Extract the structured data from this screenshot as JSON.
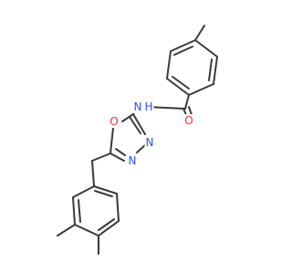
{
  "molecule": {
    "colors": {
      "bond": "#3a3a3a",
      "carbon": "#3a3a3a",
      "nitrogen": "#3050f8",
      "oxygen": "#ff2d2d"
    },
    "atoms": [
      {
        "id": "amide_N",
        "label": "N",
        "element": "nitrogen"
      },
      {
        "id": "amide_H",
        "label": "H",
        "element": "nitrogen"
      },
      {
        "id": "carbonyl_O",
        "label": "O",
        "element": "oxygen"
      },
      {
        "id": "ring_O",
        "label": "O",
        "element": "oxygen"
      },
      {
        "id": "ring_N3",
        "label": "N",
        "element": "nitrogen"
      },
      {
        "id": "ring_N4",
        "label": "N",
        "element": "nitrogen"
      }
    ]
  }
}
